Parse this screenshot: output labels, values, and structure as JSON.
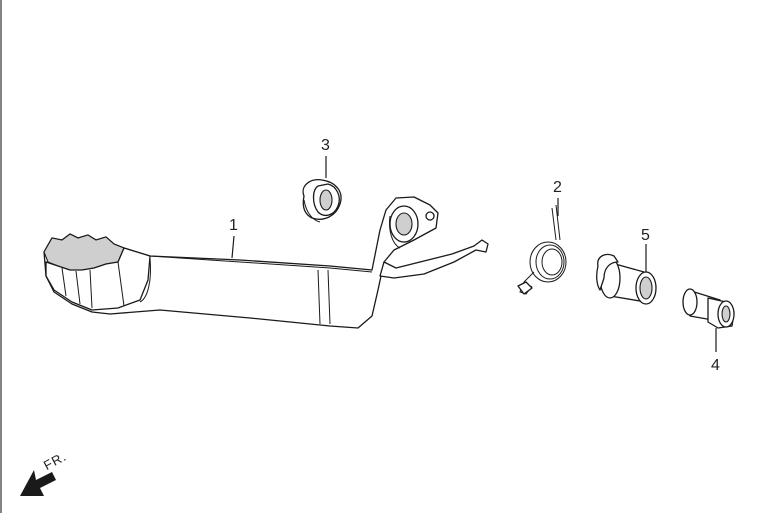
{
  "callouts": [
    {
      "id": "1",
      "label": "1"
    },
    {
      "id": "2",
      "label": "2"
    },
    {
      "id": "3",
      "label": "3"
    },
    {
      "id": "4",
      "label": "4"
    },
    {
      "id": "5",
      "label": "5"
    }
  ],
  "direction": {
    "label": "FR.",
    "icon": "front-direction-arrow-icon"
  },
  "colors": {
    "line": "#1a1a1a",
    "shade": "#cfcfcf",
    "background": "#ffffff"
  }
}
